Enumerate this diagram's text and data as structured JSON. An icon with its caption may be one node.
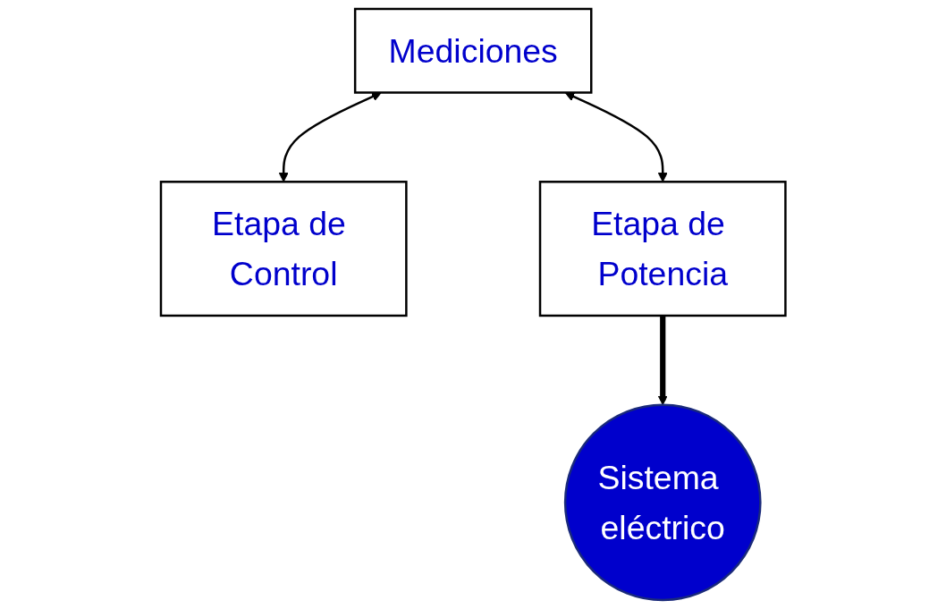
{
  "diagram": {
    "nodes": [
      {
        "text": [
          "Mediciones"
        ]
      },
      {
        "text": [
          "Etapa de Control"
        ]
      },
      {
        "text": [
          "Etapa de Potencia"
        ]
      },
      {
        "text": [
          "Sistema eléctrico"
        ]
      }
    ],
    "edges": [
      {
        "from": 0,
        "to": 1,
        "arrow": "both"
      },
      {
        "from": 0,
        "to": 2,
        "arrow": "both"
      },
      {
        "from": 2,
        "to": 3,
        "arrow": "to",
        "style": "thick"
      }
    ]
  }
}
